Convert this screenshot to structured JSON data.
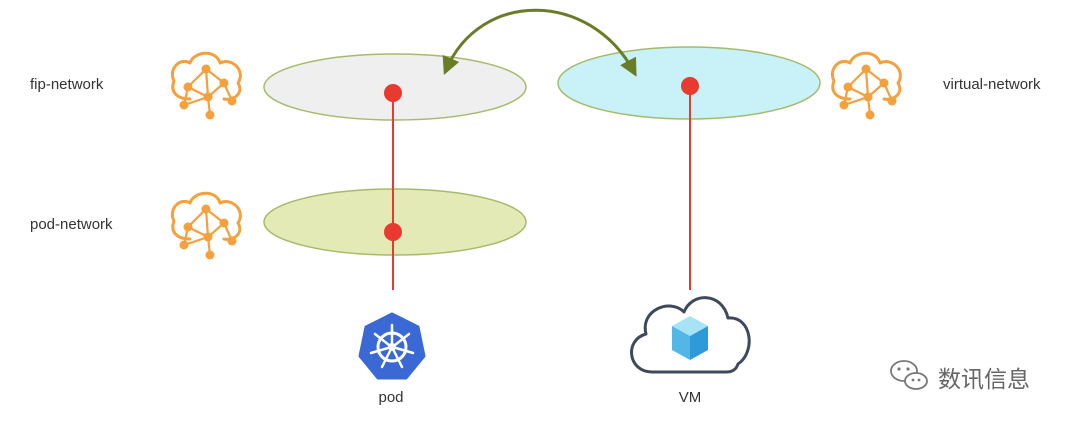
{
  "networks": {
    "fip": {
      "label": "fip-network",
      "fill": "#efefef",
      "stroke": "#a6ba6c"
    },
    "pod": {
      "label": "pod-network",
      "fill": "#e3eab6",
      "stroke": "#a6ba6c"
    },
    "virtual": {
      "label": "virtual-network",
      "fill": "#c8f2f8",
      "stroke": "#a6ba6c"
    }
  },
  "endpoints": {
    "pod": {
      "label": "pod",
      "icon": "kubernetes-icon",
      "color": "#3a68d4"
    },
    "vm": {
      "label": "VM",
      "icon": "cloud-cube-icon",
      "color": "#4aa8e0"
    }
  },
  "colors": {
    "network_icon": "#f4a03c",
    "link": "#e83a2e",
    "arrow": "#6a7c28"
  },
  "watermark": {
    "text": "数讯信息",
    "icon": "wechat-icon"
  }
}
